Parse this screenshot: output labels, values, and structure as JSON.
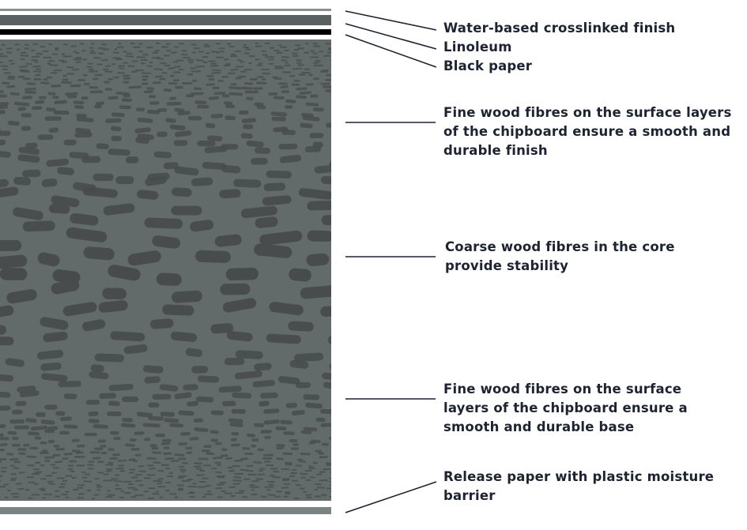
{
  "diagram": {
    "colors": {
      "board": "#636a6a",
      "fibre": "#474b4c",
      "finish": "#8a8f8f",
      "linoleum": "#5b6060",
      "black_paper": "#000000",
      "release_paper": "#7d8282",
      "leader_line": "#1d2330",
      "label_text": "#1d2330"
    },
    "labels": {
      "finish": "Water-based crosslinked finish",
      "linoleum": "Linoleum",
      "black_paper": "Black paper",
      "fine_top": [
        "Fine wood fibres on the surface layers",
        "of the chipboard ensure a smooth and",
        "durable finish"
      ],
      "core": [
        "Coarse wood fibres in the core",
        "provide stability"
      ],
      "fine_bottom": [
        "Fine wood fibres on the surface",
        "layers of the chipboard ensure a",
        "smooth and durable base"
      ],
      "release": [
        "Release paper with plastic moisture",
        "barrier"
      ]
    }
  }
}
